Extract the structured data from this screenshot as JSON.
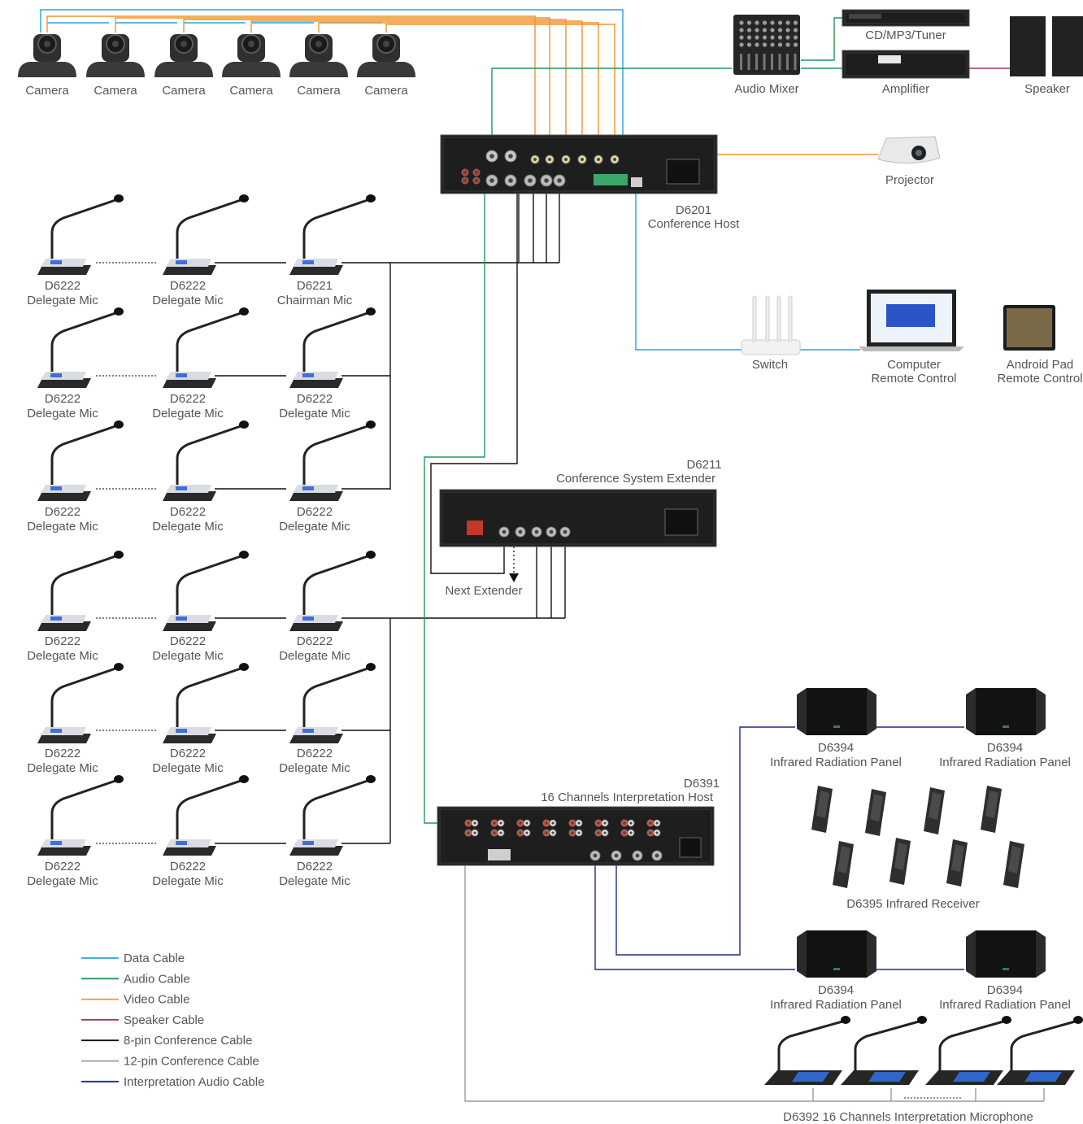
{
  "colors": {
    "data": "#29a3dd",
    "audio": "#1e9a58",
    "video": "#f0942a",
    "speaker": "#a0306a",
    "pin8": "#111111",
    "pin12": "#9a9a9a",
    "interp": "#1f2a8a"
  },
  "cameras": [
    "Camera",
    "Camera",
    "Camera",
    "Camera",
    "Camera",
    "Camera"
  ],
  "devices": {
    "audio_mixer": "Audio Mixer",
    "cd_tuner": "CD/MP3/Tuner",
    "amplifier": "Amplifier",
    "speaker": "Speaker",
    "projector": "Projector",
    "host_model": "D6201",
    "host_name": "Conference Host",
    "switch": "Switch",
    "computer_line1": "Computer",
    "computer_line2": "Remote Control",
    "pad_line1": "Android Pad",
    "pad_line2": "Remote Control",
    "extender_model": "D6211",
    "extender_name": "Conference System Extender",
    "next_extender": "Next Extender",
    "interp_host_model": "D6391",
    "interp_host_name": "16 Channels Interpretation Host",
    "ir_panel_model": "D6394",
    "ir_panel_name": "Infrared Radiation Panel",
    "ir_receiver": "D6395 Infrared Receiver",
    "interp_mic": "D6392 16 Channels Interpretation Microphone"
  },
  "mics": {
    "delegate_model": "D6222",
    "delegate_name": "Delegate Mic",
    "chairman_model": "D6221",
    "chairman_name": "Chairman Mic"
  },
  "legend": [
    {
      "key": "data",
      "label": "Data Cable"
    },
    {
      "key": "audio",
      "label": "Audio Cable"
    },
    {
      "key": "video",
      "label": "Video Cable"
    },
    {
      "key": "speaker",
      "label": "Speaker Cable"
    },
    {
      "key": "pin8",
      "label": "8-pin Conference Cable"
    },
    {
      "key": "pin12",
      "label": "12-pin Conference Cable"
    },
    {
      "key": "interp",
      "label": "Interpretation Audio Cable"
    }
  ]
}
